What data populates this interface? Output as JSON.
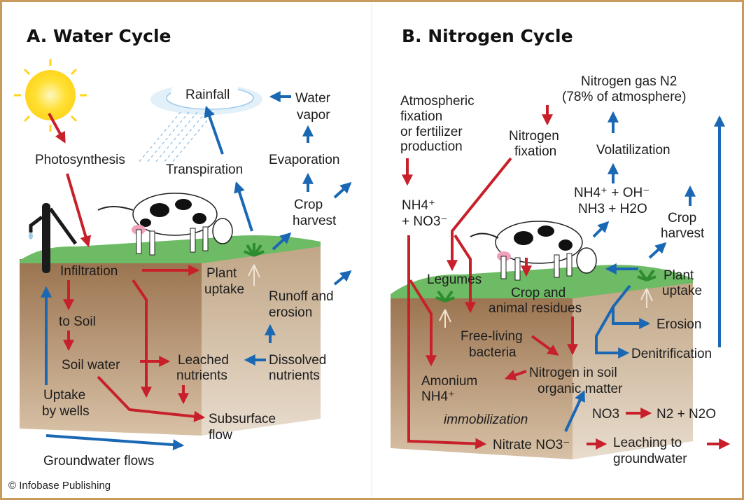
{
  "titles": {
    "a": "A. Water Cycle",
    "b": "B. Nitrogen Cycle"
  },
  "credit": "© Infobase Publishing",
  "colors": {
    "red_arrow": "#c8202b",
    "blue_arrow": "#1a68b3",
    "border": "#c99a5b",
    "grass": "#6dbb64",
    "soil": "#a47d57",
    "sun": "#ffd51f"
  },
  "water": {
    "rainfall": "Rainfall",
    "water_vapor": [
      "Water",
      "vapor"
    ],
    "photosynthesis": "Photosynthesis",
    "transpiration": "Transpiration",
    "evaporation": "Evaporation",
    "crop_harvest": [
      "Crop",
      "harvest"
    ],
    "infiltration": "Infiltration",
    "plant_uptake": [
      "Plant",
      "uptake"
    ],
    "to_soil": "to Soil",
    "runoff": [
      "Runoff and",
      "erosion"
    ],
    "soil_water": "Soil water",
    "leached": [
      "Leached",
      "nutrients"
    ],
    "dissolved": [
      "Dissolved",
      "nutrients"
    ],
    "uptake_wells": [
      "Uptake",
      "by wells"
    ],
    "subsurface": [
      "Subsurface",
      "flow"
    ],
    "groundwater": "Groundwater flows"
  },
  "nitrogen": {
    "atmospheric": [
      "Atmospheric",
      "fixation",
      "or fertilizer",
      "production"
    ],
    "n2_gas": [
      "Nitrogen gas N2",
      "(78% of atmosphere)"
    ],
    "n_fixation": [
      "Nitrogen",
      "fixation"
    ],
    "volatilization": "Volatilization",
    "nh4_no3": [
      "NH4⁺",
      "+ NO3⁻"
    ],
    "nh4_oh": [
      "NH4⁺ + OH⁻",
      "NH3 + H2O"
    ],
    "crop_harvest": [
      "Crop",
      "harvest"
    ],
    "legumes": "Legumes",
    "residues": [
      "Crop and",
      "animal residues"
    ],
    "plant_uptake": [
      "Plant",
      "uptake"
    ],
    "erosion": "Erosion",
    "free_living": [
      "Free-living",
      "bacteria"
    ],
    "denitrification": "Denitrification",
    "amonium": [
      "Amonium",
      "NH4⁺"
    ],
    "n_soil": [
      "Nitrogen in soil",
      "organic matter"
    ],
    "no3_n2": [
      "NO3",
      "N2 + N2O"
    ],
    "immobilization": "immobilization",
    "nitrate": "Nitrate NO3⁻",
    "leaching": [
      "Leaching to",
      "groundwater"
    ]
  }
}
